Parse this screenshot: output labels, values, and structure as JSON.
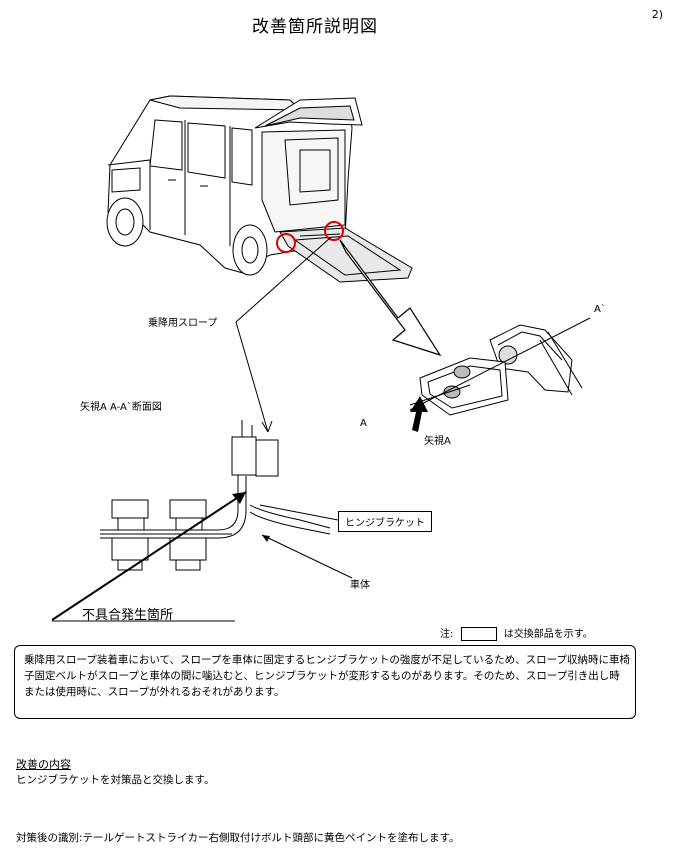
{
  "page_number": "2)",
  "title": "改善箇所説明図",
  "labels": {
    "ramp": "乗降用スロープ",
    "view_a": "矢視A A-A`断面図",
    "hinge_bracket": "ヒンジブラケット",
    "car_body": "車体",
    "defect_location": "不具合発生箇所",
    "point_a": "A",
    "point_a_prime": "A`",
    "arrow_view": "矢視A"
  },
  "legend": {
    "prefix": "注:",
    "suffix": "は交換部品を示す。"
  },
  "description": "乗降用スロープ装着車において、スロープを車体に固定するヒンジブラケットの強度が不足しているため、スロープ収納時に車椅子固定ベルトがスロープと車体の間に噛込むと、ヒンジブラケットが変形するものがあります。そのため、スロープ引き出し時または使用時に、スロープが外れるおそれがあります。",
  "improvement": {
    "heading": "改善の内容",
    "text": "ヒンジブラケットを対策品と交換します。"
  },
  "identification": "対策後の識別:テールゲートストライカー右側取付けボルト頭部に黄色ペイントを塗布します。"
}
